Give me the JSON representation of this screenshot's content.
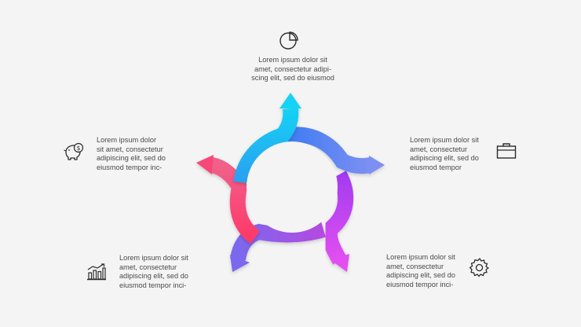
{
  "colors": {
    "background": "#f4f4f4",
    "text": "#4a4a4a",
    "icon_stroke": "#2b2b2b",
    "arrow_top": "#1cc9f2",
    "arrow_right": "#5b86f0",
    "arrow_bottom_right": "#c84bf2",
    "arrow_bottom_left": "#8a5cf0",
    "arrow_left": "#f64a7a"
  },
  "items": {
    "top": {
      "icon": "pie-chart-icon",
      "text": "Lorem ipsum dolor sit\namet, consectetur adipi-\nscing elit, sed do eiusmod"
    },
    "right": {
      "icon": "briefcase-icon",
      "text": "Lorem ipsum dolor sit\namet, consectetur\nadipiscing elit, sed do\neiusmod tempor"
    },
    "bottom_right": {
      "icon": "gear-icon",
      "text": "Lorem ipsum dolor sit\namet, consectetur\nadipiscing elit, sed do\neiusmod tempor inci-"
    },
    "bottom_left": {
      "icon": "growth-chart-icon",
      "text": "Lorem ipsum dolor sit\namet, consectetur\nadipiscing elit, sed do\neiusmod tempor inci-"
    },
    "left": {
      "icon": "piggy-bank-icon",
      "text": "Lorem ipsum dolor\nsit amet, consectetur\nadipiscing elit, sed do\neiusmod tempor inc-"
    }
  }
}
